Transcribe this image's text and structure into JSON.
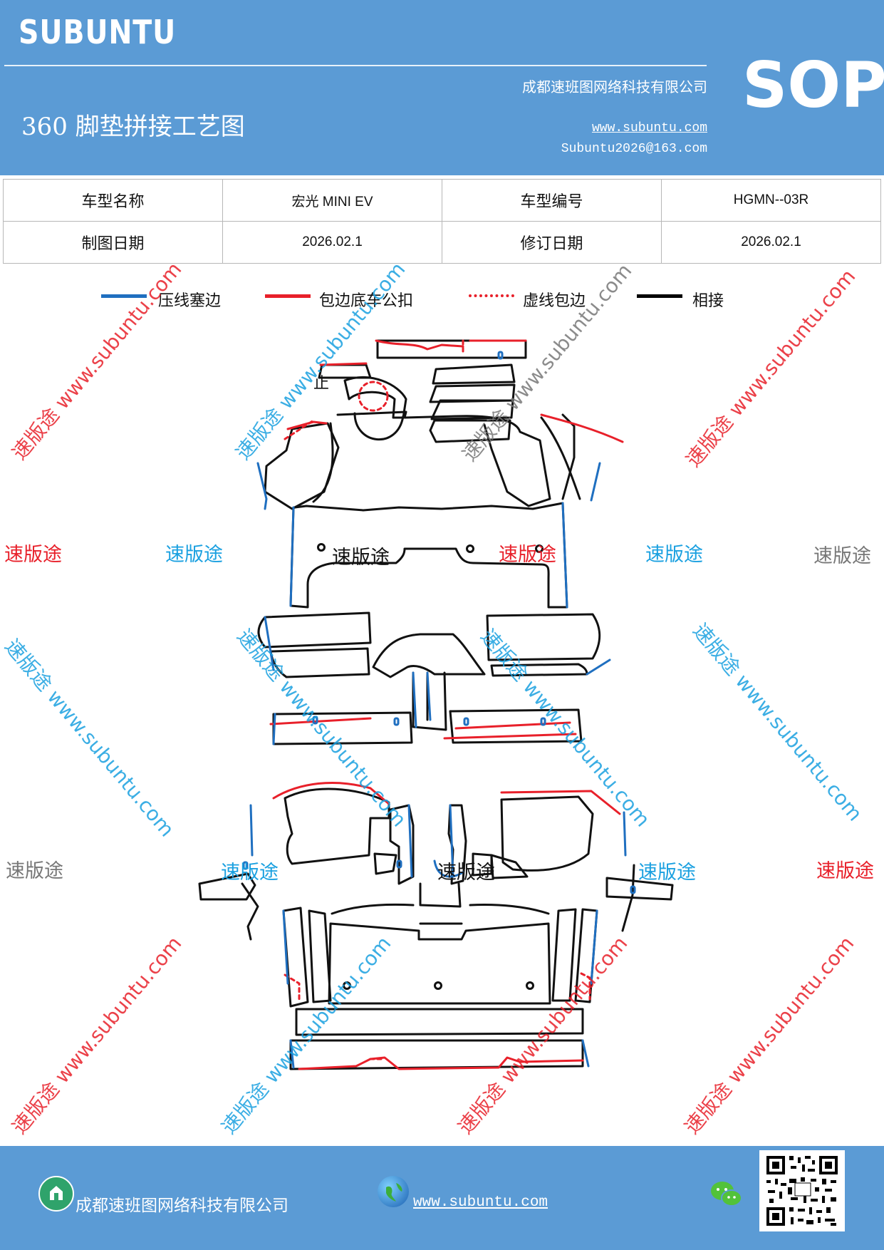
{
  "header": {
    "brand": "SUBUNTU",
    "company": "成都速班图网络科技有限公司",
    "website": "www.subuntu.com",
    "email": "Subuntu2026@163.com",
    "doc_title": "360 脚垫拼接工艺图",
    "sop": "SOP"
  },
  "info_table": {
    "label_model_name": "车型名称",
    "model_name": "宏光 MINI EV",
    "label_model_code": "车型编号",
    "model_code": "HGMN--03R",
    "label_draw_date": "制图日期",
    "draw_date": "2026.02.1",
    "label_revise_date": "修订日期",
    "revise_date": "2026.02.1"
  },
  "legend": [
    {
      "label": "压线塞边",
      "color": "#1f6fc0",
      "style": "solid"
    },
    {
      "label": "包边底车公扣",
      "color": "#e8202a",
      "style": "solid"
    },
    {
      "label": "虚线包边",
      "color": "#e8202a",
      "style": "dotted"
    },
    {
      "label": "相接",
      "color": "#000000",
      "style": "solid"
    }
  ],
  "watermark": {
    "brand_cn": "速版途",
    "url": "www.subuntu.com"
  },
  "diagram": {
    "marker": "止"
  },
  "footer": {
    "company": "成都速班图网络科技有限公司",
    "website": "www.subuntu.com"
  },
  "colors": {
    "header_bg": "#5b9bd5",
    "blue_line": "#1f6fc0",
    "red_line": "#e8202a",
    "watermark_red": "#e8202a",
    "watermark_blue": "#1aa0e0",
    "watermark_gray": "#777777"
  }
}
